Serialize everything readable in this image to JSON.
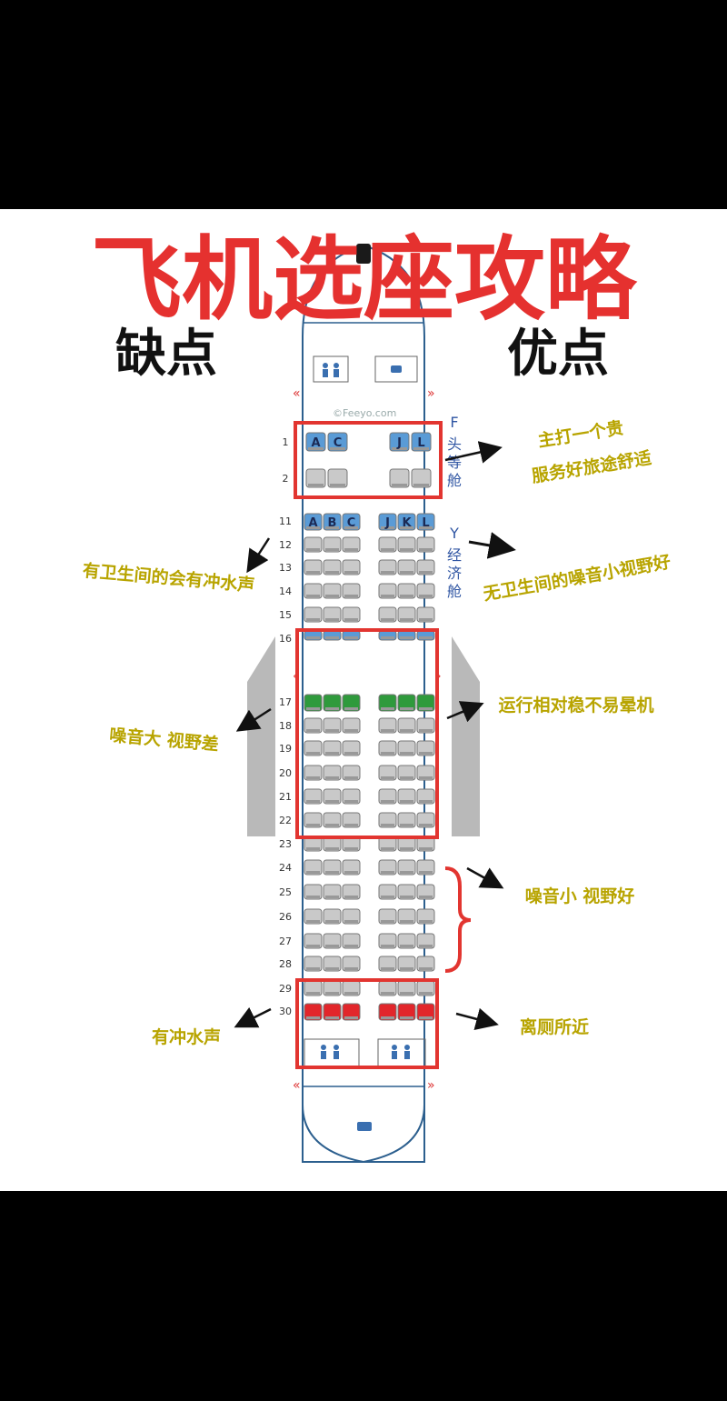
{
  "title": "飞机选座攻略",
  "headings": {
    "cons": "缺点",
    "pros": "优点"
  },
  "watermark": "©Feeyo.com",
  "cabins": {
    "first": {
      "code": "F",
      "name": [
        "头",
        "等",
        "舱"
      ],
      "letters_left": [
        "A",
        "C"
      ],
      "letters_right": [
        "J",
        "L"
      ]
    },
    "economy": {
      "code": "Y",
      "name": [
        "经",
        "济",
        "舱"
      ],
      "letters_left": [
        "A",
        "B",
        "C"
      ],
      "letters_right": [
        "J",
        "K",
        "L"
      ]
    }
  },
  "rows": {
    "first": [
      "1",
      "2"
    ],
    "economy": [
      "11",
      "12",
      "13",
      "14",
      "15",
      "16",
      "17",
      "18",
      "19",
      "20",
      "21",
      "22",
      "23",
      "24",
      "25",
      "26",
      "27",
      "28",
      "29",
      "30"
    ]
  },
  "seat_colors": {
    "blue": "#5a9bd6",
    "green": "#2f9a3c",
    "red": "#e2262b",
    "grey": "#c9c9c9",
    "box": "#e23530",
    "annotation": "#b8a400"
  },
  "annotations": {
    "first_pro": [
      "主打一个贵",
      "服务好旅途舒适"
    ],
    "front_con": "有卫生间的会有冲水声",
    "front_pro": "无卫生间的噪音小视野好",
    "wing_con": "噪音大 视野差",
    "wing_pro": "运行相对稳不易晕机",
    "rear_pro": "噪音小 视野好",
    "back_con": "有冲水声",
    "back_pro": "离厕所近"
  }
}
